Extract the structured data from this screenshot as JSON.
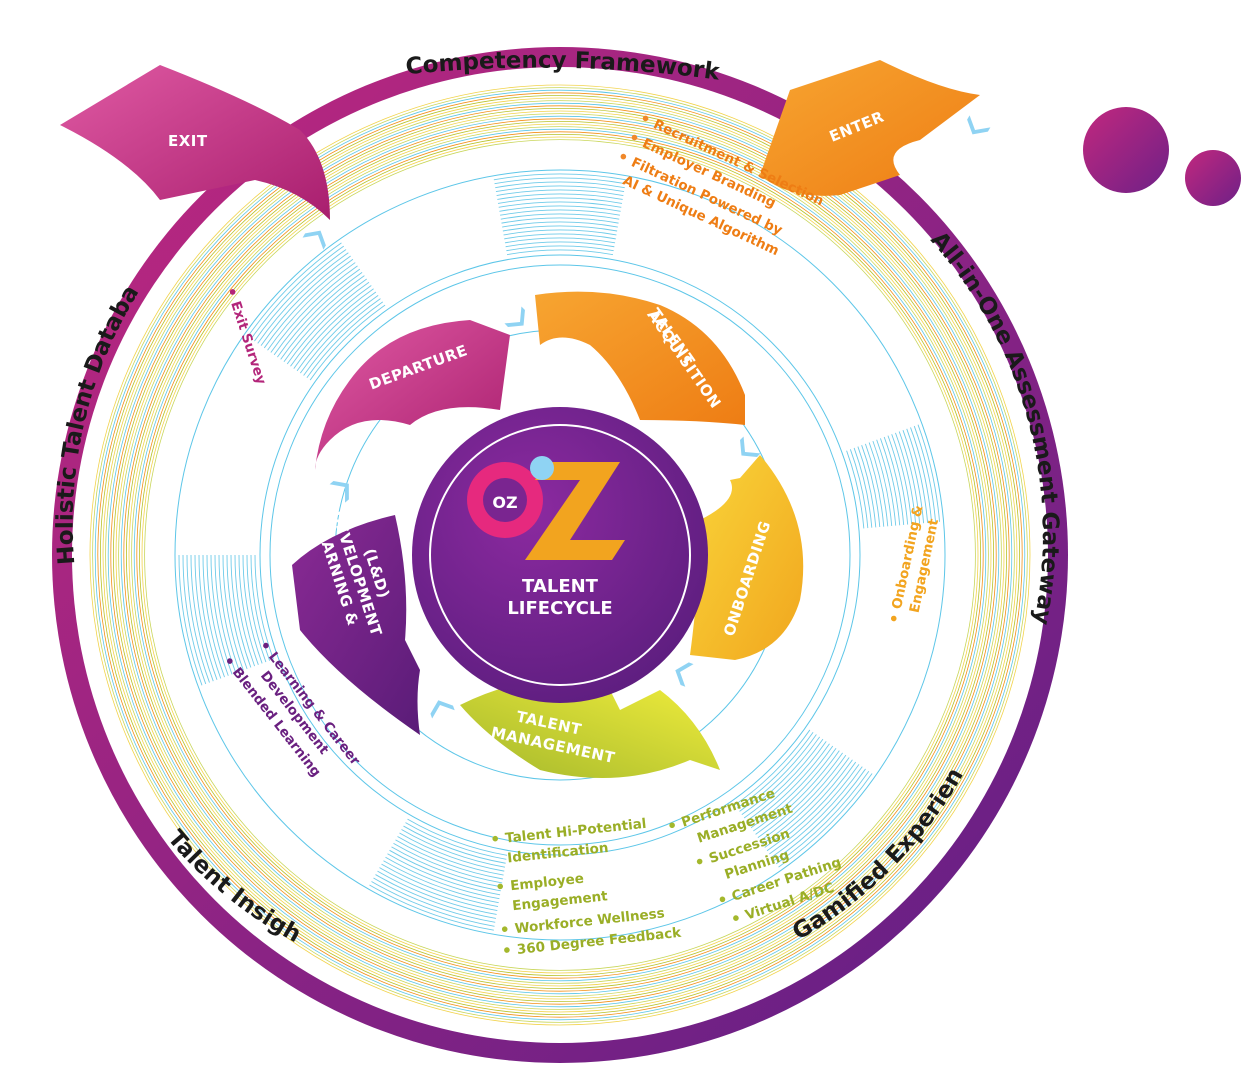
{
  "colors": {
    "purple": "#6a1f8a",
    "magenta": "#b3257a",
    "pink": "#d8378d",
    "orange": "#f29019",
    "yellow": "#f2c21b",
    "lime": "#b8c22a",
    "violet": "#6a2080",
    "sky": "#8fd3f3"
  },
  "ring_labels": {
    "top": "Competency Framework",
    "right": "All-in-One Assessment Gateway",
    "bottom_right": "Gamified Experience",
    "bottom_left": "Talent Insight",
    "left": "Holistic Talent Database"
  },
  "entry_exit": {
    "enter": "ENTER",
    "exit": "EXIT"
  },
  "stages": [
    {
      "lines": [
        "TALENT",
        "ACQUISITION"
      ]
    },
    {
      "lines": [
        "ONBOARDING"
      ]
    },
    {
      "lines": [
        "TALENT",
        "MANAGEMENT"
      ]
    },
    {
      "lines": [
        "LEARNING &",
        "DEVELOPMENT",
        "(L&D)"
      ]
    },
    {
      "lines": [
        "DEPARTURE"
      ]
    }
  ],
  "center": {
    "logo": "OZ",
    "line1": "TALENT",
    "line2": "LIFECYCLE"
  },
  "details": {
    "acquisition": [
      "Recruitment & Selection",
      "Employer Branding",
      "Filtration Powered by",
      "AI & Unique Algorithm"
    ],
    "onboarding": [
      "Onboarding &",
      "Engagement"
    ],
    "management_left": [
      "Talent Hi-Potential",
      "Identification",
      "Employee",
      "Engagement",
      "Workforce Wellness",
      "360 Degree Feedback"
    ],
    "management_right": [
      "Performance",
      "Management",
      "Succession",
      "Planning",
      "Career Pathing",
      "Virtual A/DC"
    ],
    "learning": [
      "Learning & Career",
      "Development",
      "Blended Learning"
    ],
    "departure": [
      "Exit Survey"
    ]
  }
}
